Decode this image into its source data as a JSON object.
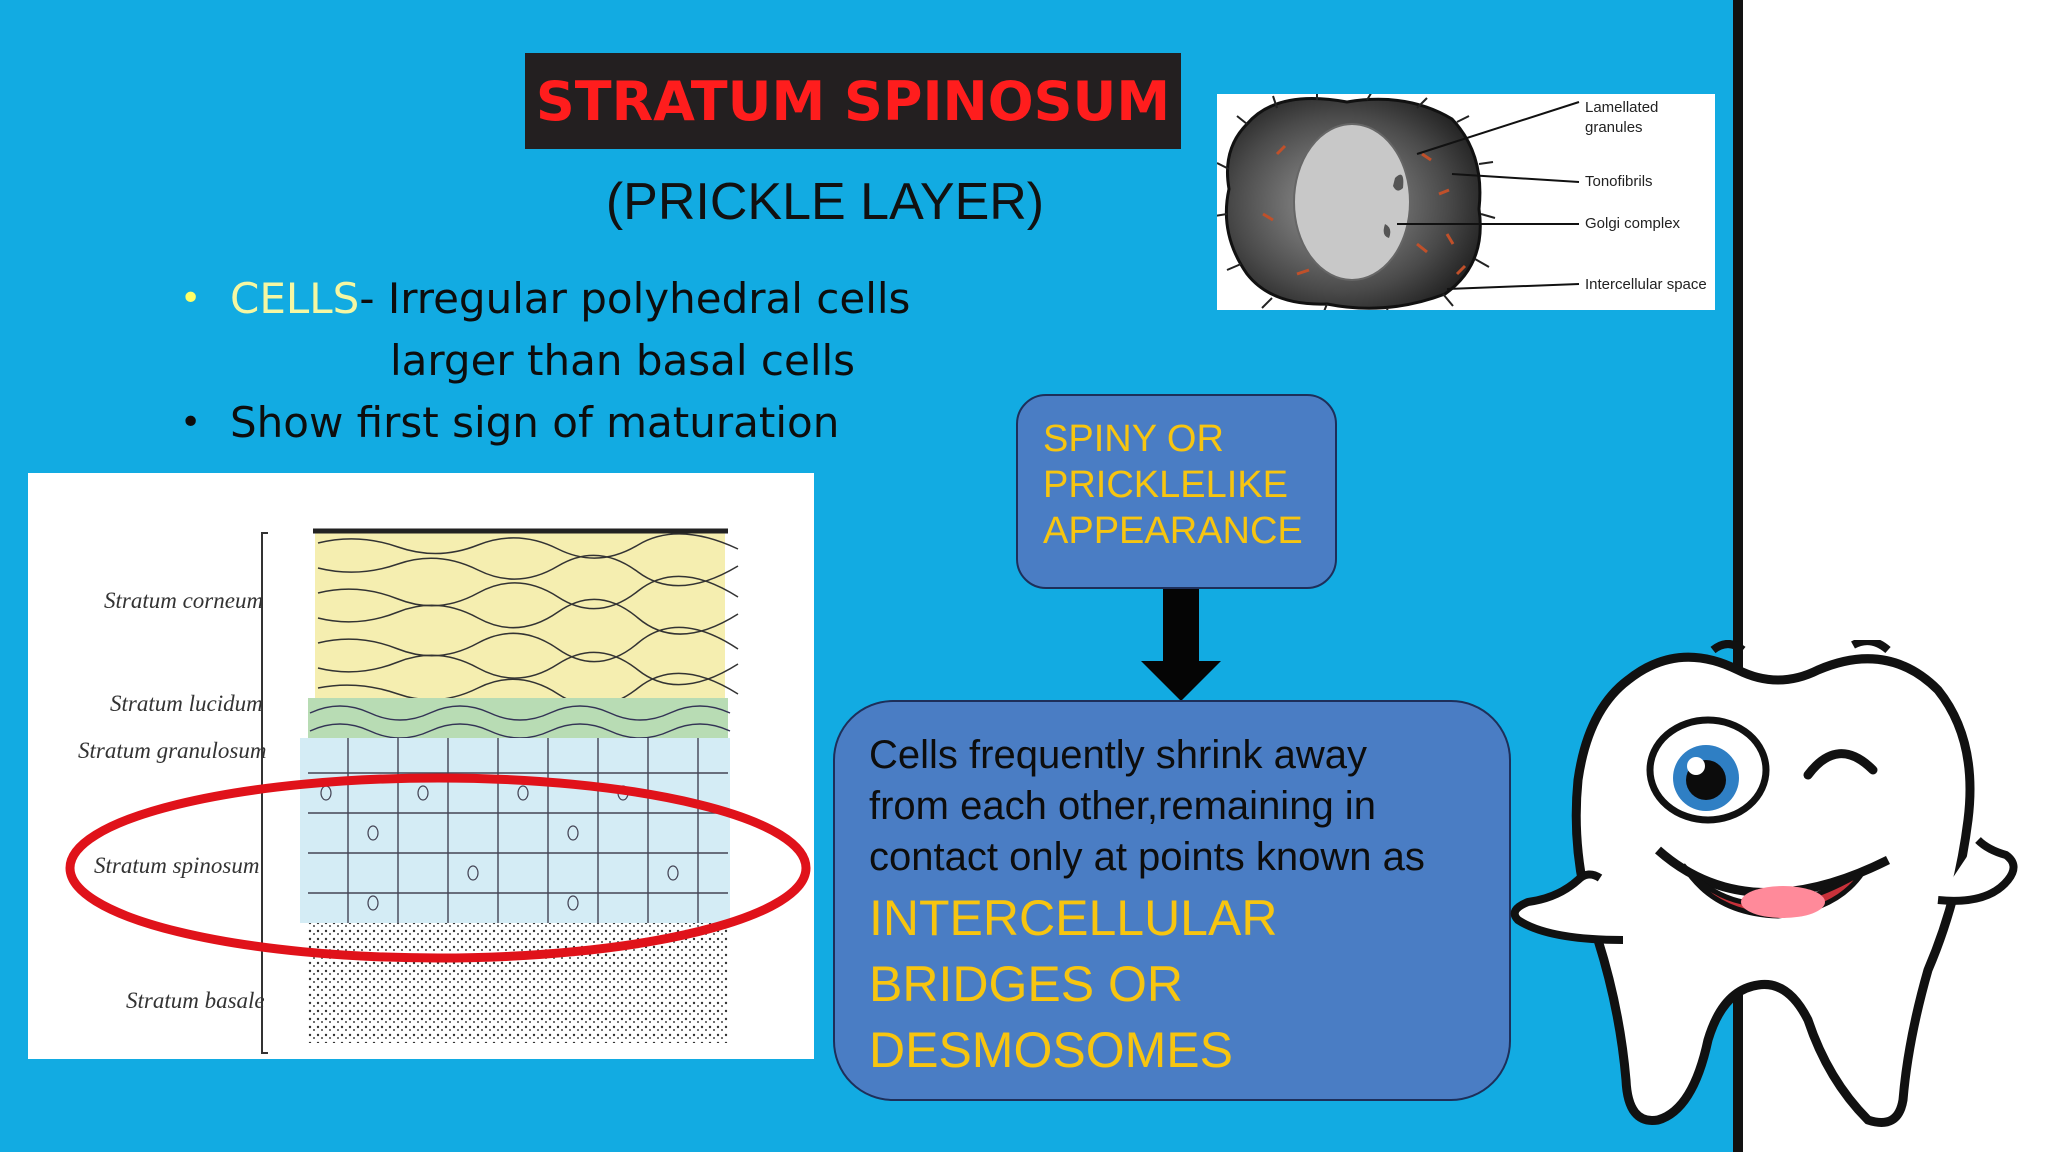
{
  "title": "STRATUM SPINOSUM",
  "subtitle": "(PRICKLE LAYER)",
  "bullets": {
    "first_label": "CELLS",
    "first_text": "- Irregular polyhedral cells",
    "first_cont": "larger than basal cells",
    "second_text": "Show first sign of maturation",
    "marker": "•"
  },
  "cell_diagram": {
    "labels": [
      "Lamellated",
      "granules",
      "Tonofibrils",
      "Golgi complex",
      "Intercellular space"
    ]
  },
  "layers_diagram": {
    "labels": [
      "Stratum corneum",
      "Stratum lucidum",
      "Stratum granulosum",
      "Stratum spinosum",
      "Stratum basale"
    ],
    "highlight_color": "#e0121a"
  },
  "spiny_box": {
    "text": "SPINY OR\nPRICKLELIKE\nAPPEARANCE"
  },
  "cells_box": {
    "line1": "Cells frequently shrink away",
    "line2": "from each other,remaining in",
    "line3": "contact only at points known as",
    "highlight1": "INTERCELLULAR",
    "highlight2": "BRIDGES OR",
    "highlight3": "DESMOSOMES"
  },
  "colors": {
    "background": "#12abe2",
    "title_bg": "#231f20",
    "title_text": "#ff1d1d",
    "box_fill": "#4a7dc4",
    "accent_text": "#f7c510"
  },
  "icons": [
    "tooth-mascot-icon",
    "down-arrow-icon",
    "bullet-icon"
  ]
}
